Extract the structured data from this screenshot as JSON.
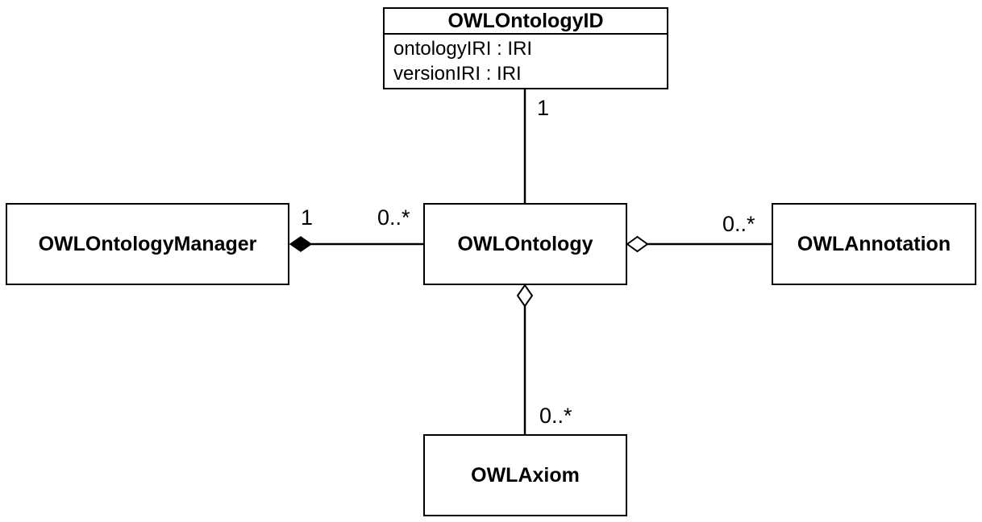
{
  "classes": {
    "ontology_id": {
      "name": "OWLOntologyID",
      "attributes": [
        "ontologyIRI : IRI",
        "versionIRI : IRI"
      ]
    },
    "manager": {
      "name": "OWLOntologyManager"
    },
    "ontology": {
      "name": "OWLOntology"
    },
    "annotation": {
      "name": "OWLAnnotation"
    },
    "axiom": {
      "name": "OWLAxiom"
    }
  },
  "associations": {
    "ontology_id_to_ontology": {
      "multiplicity_id_end": "1"
    },
    "manager_to_ontology": {
      "kind": "composition",
      "multiplicity_manager_end": "1",
      "multiplicity_ontology_end": "0..*"
    },
    "ontology_to_annotation": {
      "kind": "aggregation",
      "multiplicity_annotation_end": "0..*"
    },
    "ontology_to_axiom": {
      "kind": "aggregation",
      "multiplicity_axiom_end": "0..*"
    }
  }
}
